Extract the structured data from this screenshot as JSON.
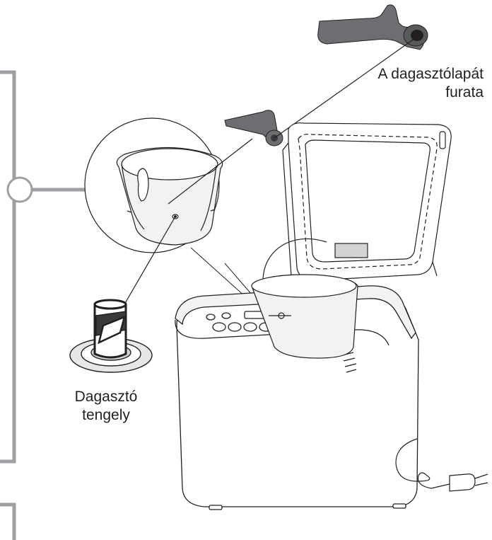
{
  "labels": {
    "paddle_hole": {
      "line1": "A dagasztólapát",
      "line2": "furata"
    },
    "kneading_shaft": {
      "line1": "Dagasztó",
      "line2": "tengely"
    }
  },
  "colors": {
    "line": "#231f20",
    "frame_gray": "#9d9fa2",
    "paddle_gray": "#6d6e71",
    "paddle_dark": "#3a3a3c",
    "pan_fill": "#f1f2f2",
    "shadow": "#d1d3d4"
  },
  "icons": [
    "kneading-paddle-icon",
    "kneading-shaft-icon",
    "bread-maker-icon",
    "power-plug-icon"
  ]
}
